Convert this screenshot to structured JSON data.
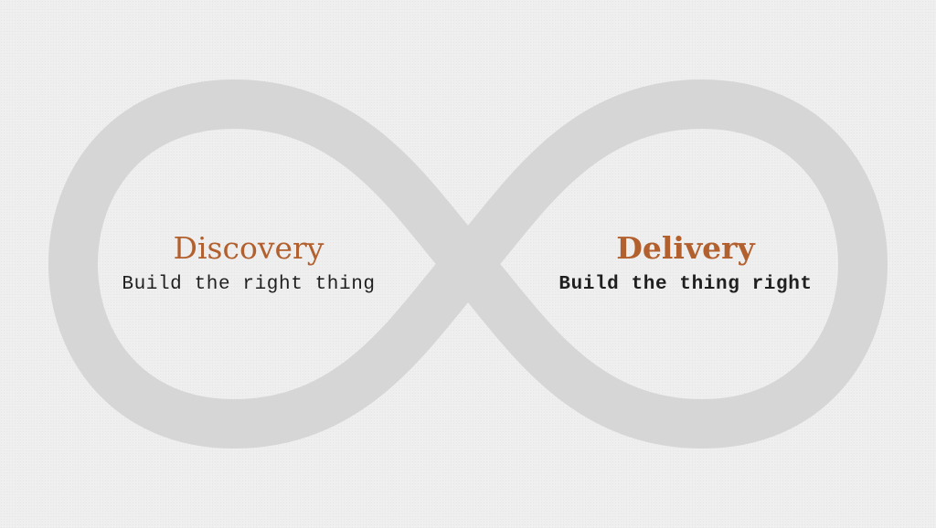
{
  "colors": {
    "background": "#eeeeee",
    "loop_stroke": "#d6d6d6",
    "title": "#b3602f",
    "subtitle": "#1f1f1f"
  },
  "diagram": {
    "shape": "infinity-loop",
    "left": {
      "title": "Discovery",
      "subtitle": "Build the right thing"
    },
    "right": {
      "title": "Delivery",
      "subtitle": "Build the thing right"
    }
  }
}
